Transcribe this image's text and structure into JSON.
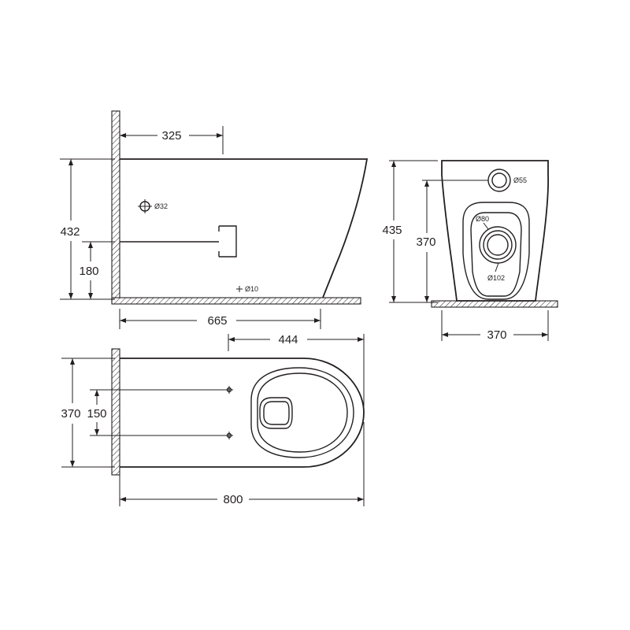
{
  "side_view": {
    "depth_to_outlet": "325",
    "height": "432",
    "outlet_height": "180",
    "length": "665",
    "pipe_inlet": "Ø32",
    "fixing_hole": "Ø10"
  },
  "front_view": {
    "height": "435",
    "inlet_height": "370",
    "width": "370",
    "inlet": "Ø55",
    "spigot": "Ø80",
    "outlet": "Ø102"
  },
  "top_view": {
    "outlet_distance": "444",
    "width": "370",
    "fixing_spacing": "150",
    "length": "800"
  }
}
